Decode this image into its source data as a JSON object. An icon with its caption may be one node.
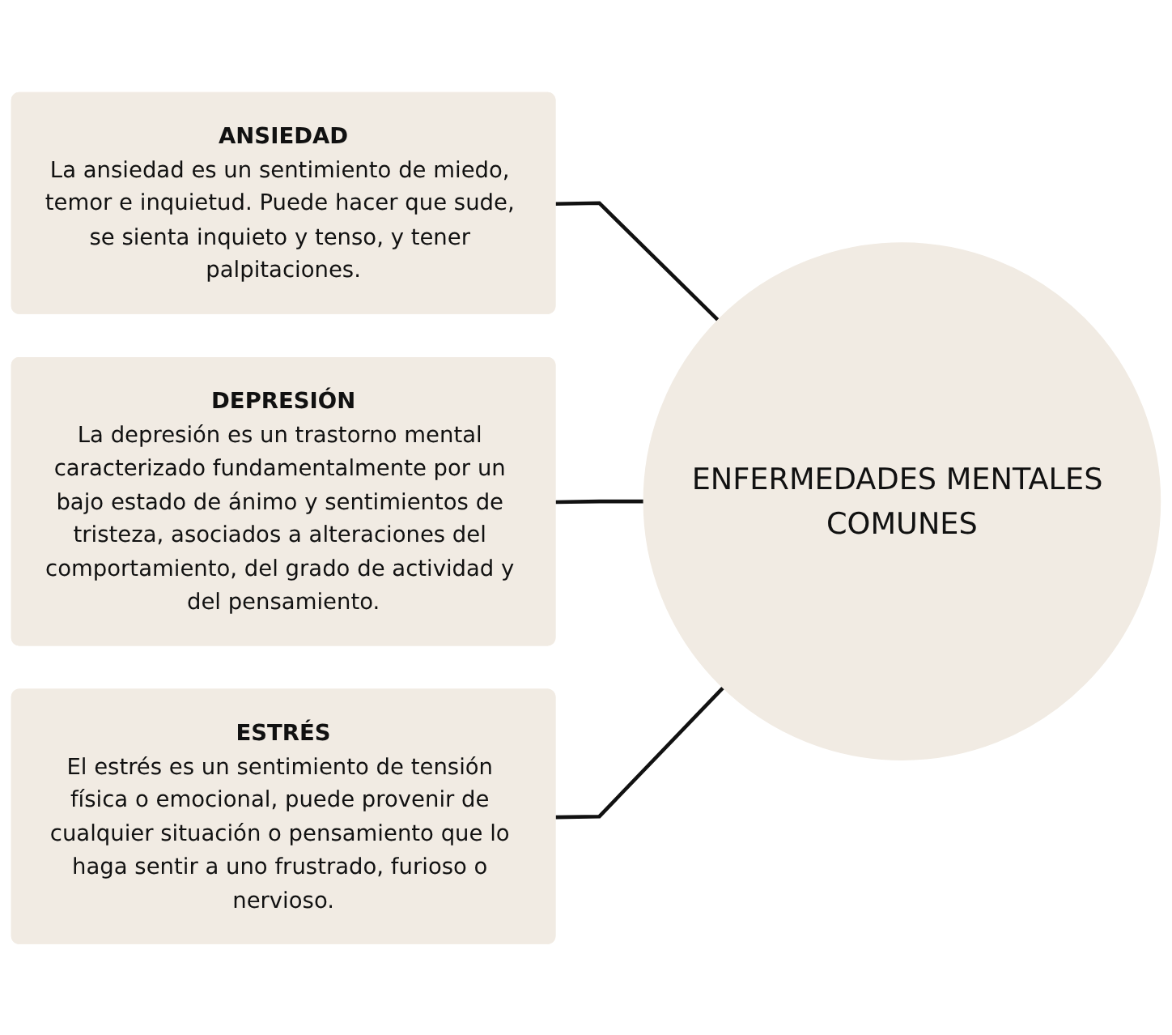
{
  "diagram": {
    "nodes": [
      {
        "text": [
          "ANSIEDAD",
          "La ansiedad es un sentimiento de miedo, temor e inquietud. Puede hacer que sude, se sienta inquieto y tenso, y tener palpitaciones."
        ]
      },
      {
        "text": [
          "DEPRESIÓN",
          "La depresión es un trastorno mental caracterizado fundamentalmente por un bajo estado de ánimo y sentimientos de tristeza, asociados a alteraciones del comportamiento, del grado de actividad y del pensamiento."
        ]
      },
      {
        "text": [
          "ESTRÉS",
          "El estrés es un sentimiento de tensión física o emocional, puede provenir de cualquier situación o pensamiento que lo haga sentir a uno frustrado, furioso o nervioso."
        ]
      },
      {
        "text": [
          "ENFERMEDADES MENTALES COMUNES"
        ]
      }
    ],
    "edges": [
      {
        "from": 0,
        "to": 3,
        "arrow": "none"
      },
      {
        "from": 1,
        "to": 3,
        "arrow": "none"
      },
      {
        "from": 2,
        "to": 3,
        "arrow": "none"
      }
    ]
  }
}
